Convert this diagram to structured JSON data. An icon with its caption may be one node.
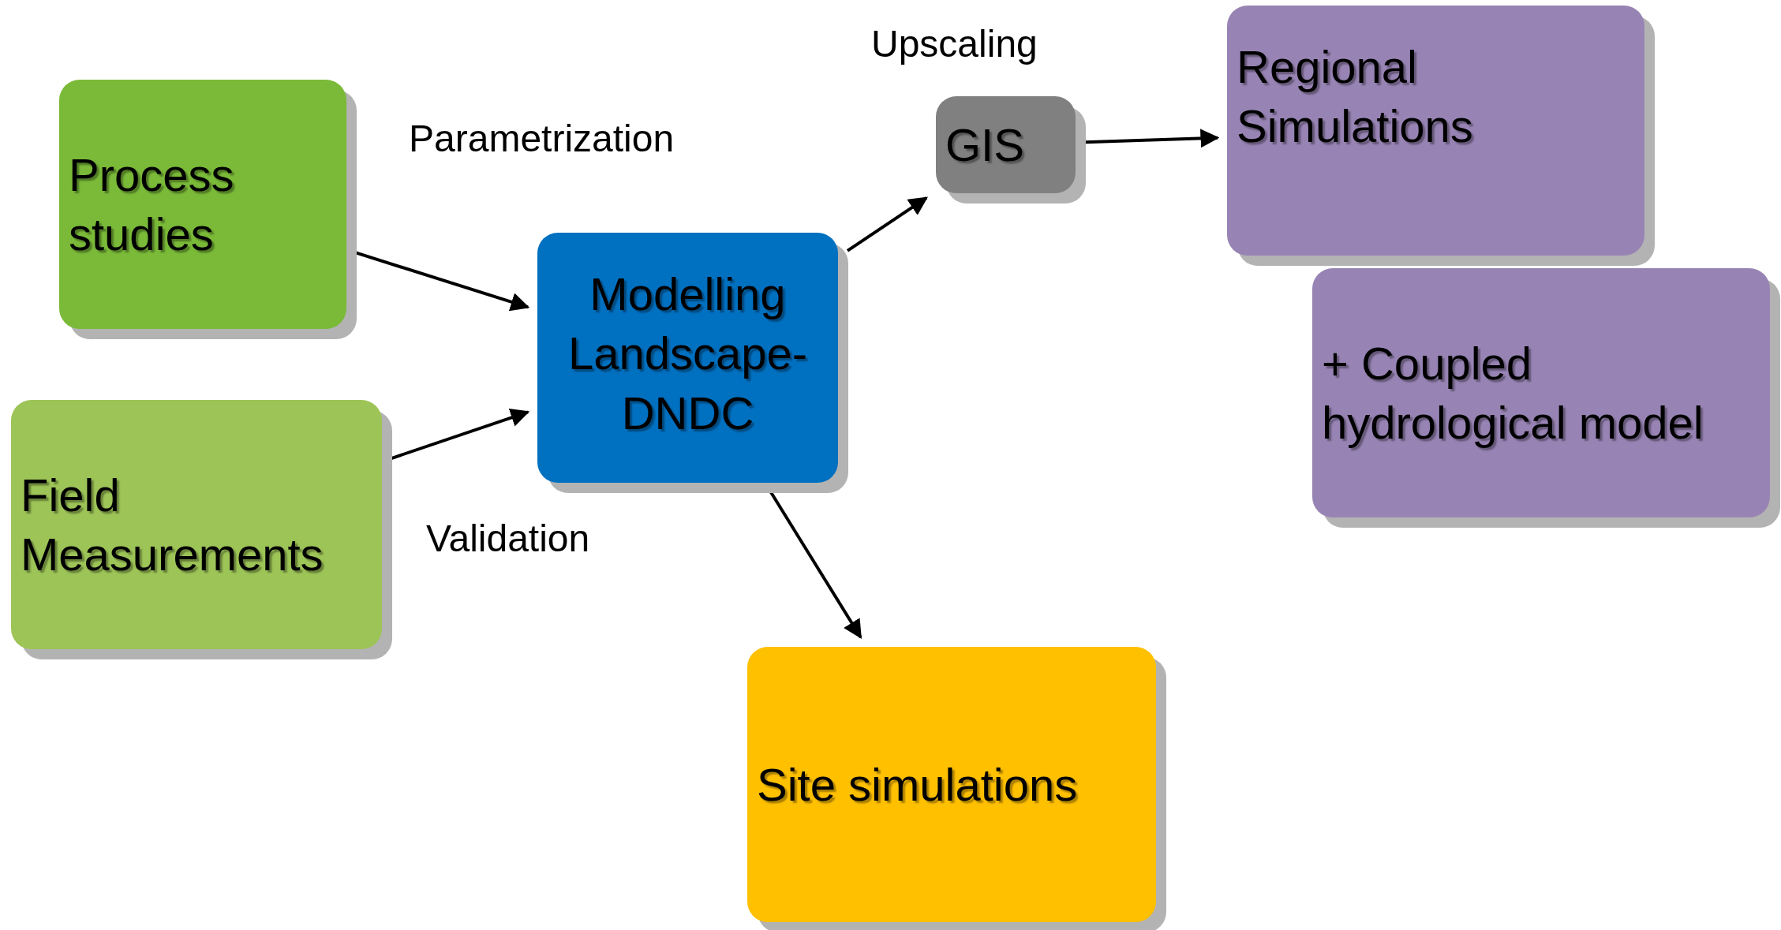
{
  "diagram": {
    "nodes": [
      {
        "text": [
          "Process studies"
        ]
      },
      {
        "text": [
          "Field Measurements"
        ]
      },
      {
        "text": [
          "Modelling Landscape-DNDC"
        ]
      },
      {
        "text": [
          "GIS"
        ]
      },
      {
        "text": [
          "Regional Simulations"
        ]
      },
      {
        "text": [
          "+ Coupled hydrological model"
        ]
      },
      {
        "text": [
          "Site simulations"
        ]
      }
    ],
    "edges": [
      {
        "from": 0,
        "to": 2,
        "arrow": "to",
        "label": "Parametrization"
      },
      {
        "from": 1,
        "to": 2,
        "arrow": "to",
        "label": "Validation"
      },
      {
        "from": 2,
        "to": 3,
        "arrow": "to"
      },
      {
        "from": 3,
        "to": 4,
        "arrow": "to"
      },
      {
        "from": 2,
        "to": 6,
        "arrow": "to"
      }
    ],
    "labels": [
      "Upscaling"
    ]
  }
}
